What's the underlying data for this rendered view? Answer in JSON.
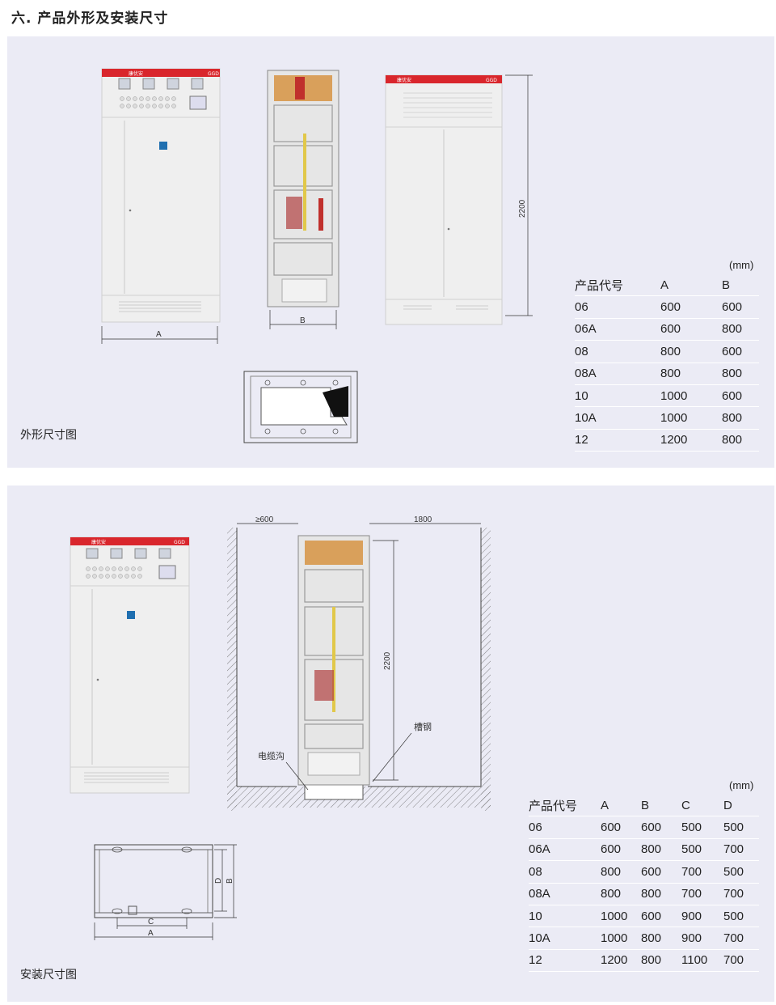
{
  "page": {
    "title": "六. 产品外形及安装尺寸"
  },
  "brand": {
    "logo_text": "康优安",
    "model_text": "GGD"
  },
  "section1": {
    "caption": "外形尺寸图",
    "dimensions": {
      "a": "A",
      "b": "B",
      "height": "2200"
    },
    "table": {
      "unit": "(mm)",
      "headers": [
        "产品代号",
        "A",
        "B"
      ],
      "rows": [
        [
          "06",
          "600",
          "600"
        ],
        [
          "06A",
          "600",
          "800"
        ],
        [
          "08",
          "800",
          "600"
        ],
        [
          "08A",
          "800",
          "800"
        ],
        [
          "10",
          "1000",
          "600"
        ],
        [
          "10A",
          "1000",
          "800"
        ],
        [
          "12",
          "1200",
          "800"
        ]
      ]
    }
  },
  "section2": {
    "caption": "安装尺寸图",
    "dimensions": {
      "front_clearance": "≥600",
      "rear_clearance": "1800",
      "height": "2200",
      "channel_steel": "槽钢",
      "cable_trench": "电缆沟",
      "a": "A",
      "b": "B",
      "c": "C",
      "d": "D"
    },
    "table": {
      "unit": "(mm)",
      "headers": [
        "产品代号",
        "A",
        "B",
        "C",
        "D"
      ],
      "rows": [
        [
          "06",
          "600",
          "600",
          "500",
          "500"
        ],
        [
          "06A",
          "600",
          "800",
          "500",
          "700"
        ],
        [
          "08",
          "800",
          "600",
          "700",
          "500"
        ],
        [
          "08A",
          "800",
          "800",
          "700",
          "700"
        ],
        [
          "10",
          "1000",
          "600",
          "900",
          "500"
        ],
        [
          "10A",
          "1000",
          "800",
          "900",
          "700"
        ],
        [
          "12",
          "1200",
          "800",
          "1100",
          "700"
        ]
      ]
    }
  },
  "colors": {
    "brand_red": "#d9262c",
    "panel_bg": "#ebebf5",
    "cabinet_white": "#f2f2f2"
  }
}
